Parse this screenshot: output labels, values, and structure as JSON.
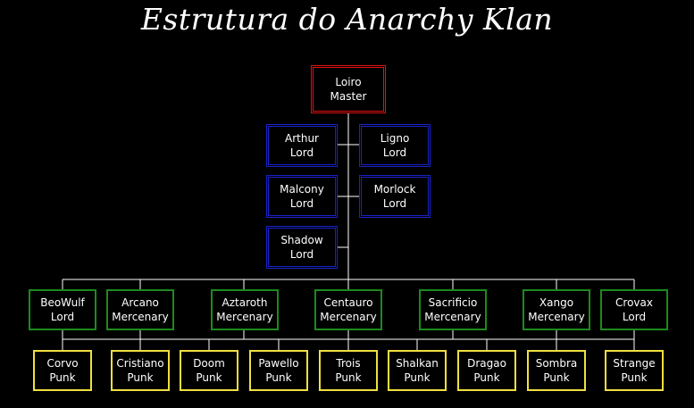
{
  "title": "Estrutura do Anarchy Klan",
  "colors": {
    "master_border": "#e01010",
    "lord_border": "#1a22c8",
    "member_border": "#1c8a1c",
    "punk_border": "#f0e040",
    "connector": "#ffffff",
    "background": "#000000"
  },
  "master": {
    "name": "Loiro",
    "rank": "Master"
  },
  "lords": [
    {
      "name": "Arthur",
      "rank": "Lord"
    },
    {
      "name": "Ligno",
      "rank": "Lord"
    },
    {
      "name": "Malcony",
      "rank": "Lord"
    },
    {
      "name": "Morlock",
      "rank": "Lord"
    },
    {
      "name": "Shadow",
      "rank": "Lord"
    }
  ],
  "members": [
    {
      "name": "BeoWulf",
      "rank": "Lord"
    },
    {
      "name": "Arcano",
      "rank": "Mercenary"
    },
    {
      "name": "Aztaroth",
      "rank": "Mercenary"
    },
    {
      "name": "Centauro",
      "rank": "Mercenary"
    },
    {
      "name": "Sacrificio",
      "rank": "Mercenary"
    },
    {
      "name": "Xango",
      "rank": "Mercenary"
    },
    {
      "name": "Crovax",
      "rank": "Lord"
    }
  ],
  "punks": [
    {
      "name": "Corvo",
      "rank": "Punk"
    },
    {
      "name": "Cristiano",
      "rank": "Punk"
    },
    {
      "name": "Doom",
      "rank": "Punk"
    },
    {
      "name": "Pawello",
      "rank": "Punk"
    },
    {
      "name": "Trois",
      "rank": "Punk"
    },
    {
      "name": "Shalkan",
      "rank": "Punk"
    },
    {
      "name": "Dragao",
      "rank": "Punk"
    },
    {
      "name": "Sombra",
      "rank": "Punk"
    },
    {
      "name": "Strange",
      "rank": "Punk"
    }
  ]
}
